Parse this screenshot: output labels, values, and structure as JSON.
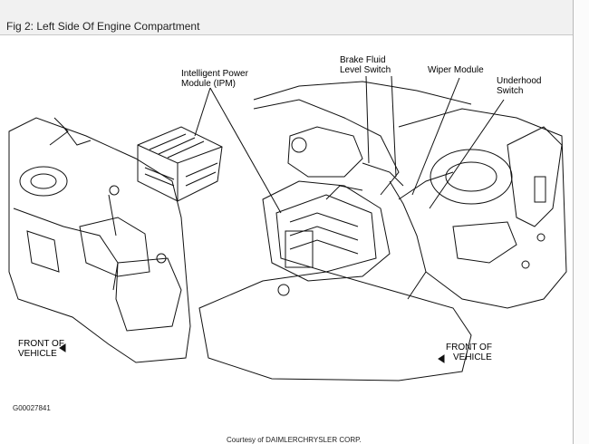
{
  "title": "Fig 2: Left Side Of Engine Compartment",
  "labels": {
    "ipm": "Intelligent Power\nModule (IPM)",
    "brake": "Brake Fluid\nLevel Switch",
    "wiper": "Wiper Module",
    "underhood": "Underhood\nSwitch",
    "front_left_line1": "FRONT OF",
    "front_left_line2": "VEHICLE",
    "front_right_line1": "FRONT OF",
    "front_right_line2": "VEHICLE"
  },
  "figure_id": "G00027841",
  "credit": "Courtesy of DAIMLERCHRYSLER CORP."
}
